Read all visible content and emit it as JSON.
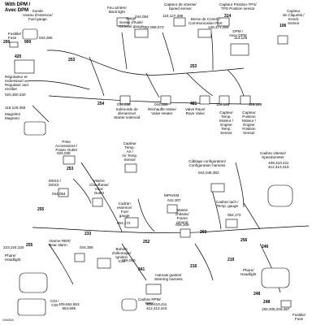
{
  "header": "With DPM /\nAvec DPM",
  "footer_code": "10h0018",
  "components": [
    {
      "id": "c_fuel_sender",
      "text": "Sonde\nniveau d'essence/\nFuel gauge"
    },
    {
      "id": "c_backlight",
      "text": "Feu arrière/\nBack light"
    },
    {
      "id": "c_oil_gauge",
      "text": "Jauge\nniveau d'huile/\nOil level gauge"
    },
    {
      "id": "c_speed_sensor",
      "text": "Capteur de vitesse/\nSpeed sensor"
    },
    {
      "id": "c_comm_port",
      "text": "Borne de Comm./\nCommunication Port"
    },
    {
      "id": "c_tps",
      "text": "Capteur Position-TPS/\nTPS Position sensor"
    },
    {
      "id": "c_knock",
      "text": "Capteur\nde Cliquetis /\nKnock\nSensor"
    },
    {
      "id": "c_fuse_top",
      "text": "Fusible/\nFuse"
    },
    {
      "id": "c_dpm",
      "text": "DPM /\nAvec DPM"
    },
    {
      "id": "c_regulator",
      "text": "Régulateur et\nredresseur/\nRegulator and\nrectifier"
    },
    {
      "id": "c_magneto",
      "text": "Magnéto/\nMagneto"
    },
    {
      "id": "c_starter_solenoid",
      "text": "Solénoïde de\ndémarreur/\nStarter solenoid"
    },
    {
      "id": "c_valve_heater",
      "text": "Réchauffe-Valve/\nValve Heater"
    },
    {
      "id": "c_rave_valve",
      "text": "Valve Rave/\nRave Valve"
    },
    {
      "id": "c_engine_temp",
      "text": "Capteur\nTemp.\nMoteur /\nEngine\nTemp.\nSensor"
    },
    {
      "id": "c_engine_position",
      "text": "Capteur\nPosition\nMoteur /\nEngine\nPosition\nSensor"
    },
    {
      "id": "c_speedometer",
      "text": "Cadran vitesse/\nSpeedometer"
    },
    {
      "id": "c_power_outlet",
      "text": "Prise\nAccessoires /\nPower Outlet"
    },
    {
      "id": "c_air_temp",
      "text": "Capteur\nTemp.\nAir /\nAir Temp.\nSensor"
    },
    {
      "id": "c_config_harness",
      "text": "Câblage configuration/\nConfiguration harness"
    },
    {
      "id": "c_dess",
      "text": "DESS /\nDESS"
    },
    {
      "id": "c_visor_outlet",
      "text": "Visière\nChauffante/\nVisor\nOutlet"
    },
    {
      "id": "c_mph",
      "text": "MPH/KM"
    },
    {
      "id": "c_frame_ground",
      "text": "Masse\nchâssis/\nFrame\nground"
    },
    {
      "id": "c_tach_temp",
      "text": "Cadran tach /\nTemp. gauge"
    },
    {
      "id": "c_fuel_dial",
      "text": "Cadran\nessence/\nFuel\ngauge"
    },
    {
      "id": "c_rer_alarm",
      "text": "Alarme RER/\nRear alarm"
    },
    {
      "id": "c_headlight_left",
      "text": "Phare/\nHeadlight"
    },
    {
      "id": "c_ignition_coil",
      "text": "Bobine\nd'allumage/\nIgnition\nCoil"
    },
    {
      "id": "c_steering_harness",
      "text": "Harnais guidon/\nSteering harness"
    },
    {
      "id": "c_headlight_right",
      "text": "Phare/\nHeadlight"
    },
    {
      "id": "c_cdi",
      "text": "CDI /\nCDI"
    },
    {
      "id": "c_rpm",
      "text": "Cadran RPM/\nRPM"
    },
    {
      "id": "c_fuse_bottom",
      "text": "Fusible/\nFuse"
    }
  ],
  "part_numbers": [
    {
      "id": "n_044054",
      "text": "044,054"
    },
    {
      "id": "n_110127399",
      "text": "110,127,399"
    },
    {
      "id": "n_314",
      "text": "314"
    },
    {
      "id": "n_044355_a",
      "text": "044,355"
    },
    {
      "id": "n_062068073",
      "text": "062,068,073"
    },
    {
      "id": "n_138371366",
      "text": "138,371,366"
    },
    {
      "id": "n_114126",
      "text": "114,126"
    },
    {
      "id": "n_106",
      "text": "106"
    },
    {
      "id": "n_200",
      "text": "200"
    },
    {
      "id": "n_900",
      "text": "900"
    },
    {
      "id": "n_420",
      "text": "420"
    },
    {
      "id": "n_253_a",
      "text": "253"
    },
    {
      "id": "n_253_b",
      "text": "253"
    },
    {
      "id": "n_253_c",
      "text": "253"
    },
    {
      "id": "n_255_a",
      "text": "255"
    },
    {
      "id": "n_255_b",
      "text": "255"
    },
    {
      "id": "n_256",
      "text": "256"
    },
    {
      "id": "n_254",
      "text": "254"
    },
    {
      "id": "n_020300340",
      "text": "020,300,340"
    },
    {
      "id": "n_116126358",
      "text": "116,126,358"
    },
    {
      "id": "n_034036",
      "text": "034,036"
    },
    {
      "id": "n_044355_b",
      "text": "044,355"
    },
    {
      "id": "n_481",
      "text": "481"
    },
    {
      "id": "n_116128_a",
      "text": "116,128"
    },
    {
      "id": "n_116128_b",
      "text": "116,128"
    },
    {
      "id": "n_409410411",
      "text": "409,410,411\n412,413,415"
    },
    {
      "id": "n_034036_b",
      "text": "034,036"
    },
    {
      "id": "n_044046383",
      "text": "044,046,383"
    },
    {
      "id": "n_054172_a",
      "text": "054,172"
    },
    {
      "id": "n_054172_b",
      "text": "054,172"
    },
    {
      "id": "n_042307",
      "text": "042,307"
    },
    {
      "id": "n_046308",
      "text": "046,308"
    },
    {
      "id": "n_044054_b",
      "text": "044,054"
    },
    {
      "id": "n_223224225",
      "text": "223,224,225"
    },
    {
      "id": "n_026050",
      "text": "026,050"
    },
    {
      "id": "n_044355_c",
      "text": "044,355"
    },
    {
      "id": "n_409",
      "text": "409,410,411\n412,413,415"
    },
    {
      "id": "n_409652",
      "text": "409,652,653\n654,655"
    },
    {
      "id": "n_192",
      "text": "192,205,206,367"
    },
    {
      "id": "n_341",
      "text": "341"
    },
    {
      "id": "n_216",
      "text": "216"
    },
    {
      "id": "n_219",
      "text": "219"
    },
    {
      "id": "n_248_a",
      "text": "248"
    },
    {
      "id": "n_248_b",
      "text": "248"
    },
    {
      "id": "n_233",
      "text": "233"
    },
    {
      "id": "n_252",
      "text": "252"
    },
    {
      "id": "n_246",
      "text": "246"
    },
    {
      "id": "n_260",
      "text": "260"
    }
  ]
}
